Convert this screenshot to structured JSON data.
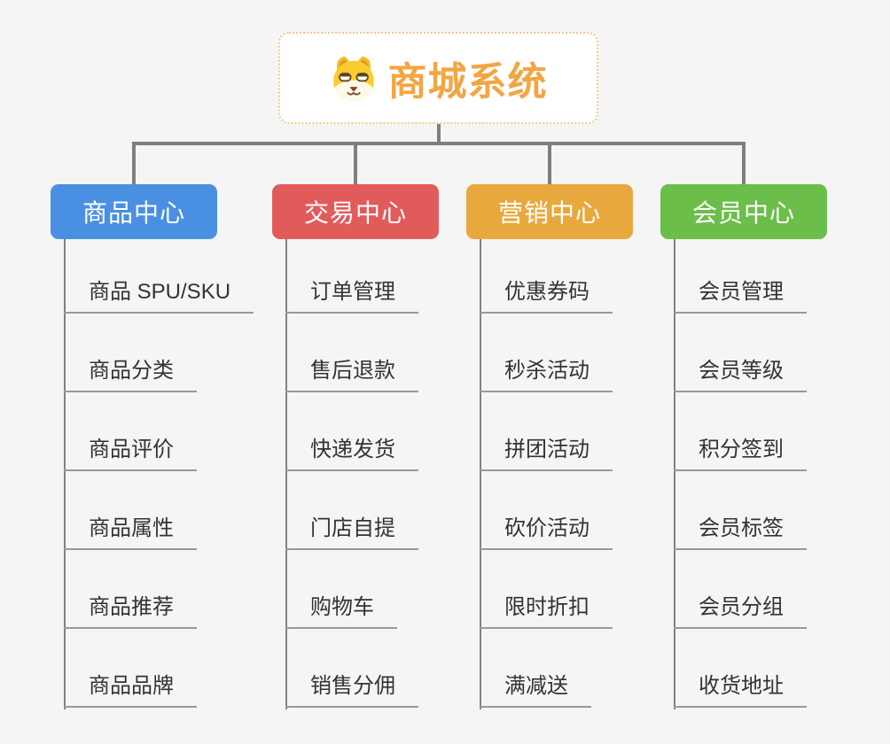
{
  "root": {
    "title": "商城系统",
    "icon": "dog-face-icon"
  },
  "branches": [
    {
      "id": "product-center",
      "label": "商品中心",
      "color": "#4A90E2",
      "items": [
        "商品 SPU/SKU",
        "商品分类",
        "商品评价",
        "商品属性",
        "商品推荐",
        "商品品牌"
      ]
    },
    {
      "id": "trade-center",
      "label": "交易中心",
      "color": "#E25B5B",
      "items": [
        "订单管理",
        "售后退款",
        "快递发货",
        "门店自提",
        "购物车",
        "销售分佣"
      ]
    },
    {
      "id": "marketing-center",
      "label": "营销中心",
      "color": "#E9A83D",
      "items": [
        "优惠券码",
        "秒杀活动",
        "拼团活动",
        "砍价活动",
        "限时折扣",
        "满减送"
      ]
    },
    {
      "id": "member-center",
      "label": "会员中心",
      "color": "#6CBE4B",
      "items": [
        "会员管理",
        "会员等级",
        "积分签到",
        "会员标签",
        "会员分组",
        "收货地址"
      ]
    }
  ],
  "colors": {
    "background": "#F5F5F6",
    "connector": "#7F7F7F",
    "column_line": "#818181",
    "leaf_underline": "#999999",
    "leaf_text": "#333333",
    "root_text": "#F2A643",
    "root_border": "#F2C886",
    "root_background": "#FFFFFF",
    "header_text": "#FFFFFF"
  }
}
